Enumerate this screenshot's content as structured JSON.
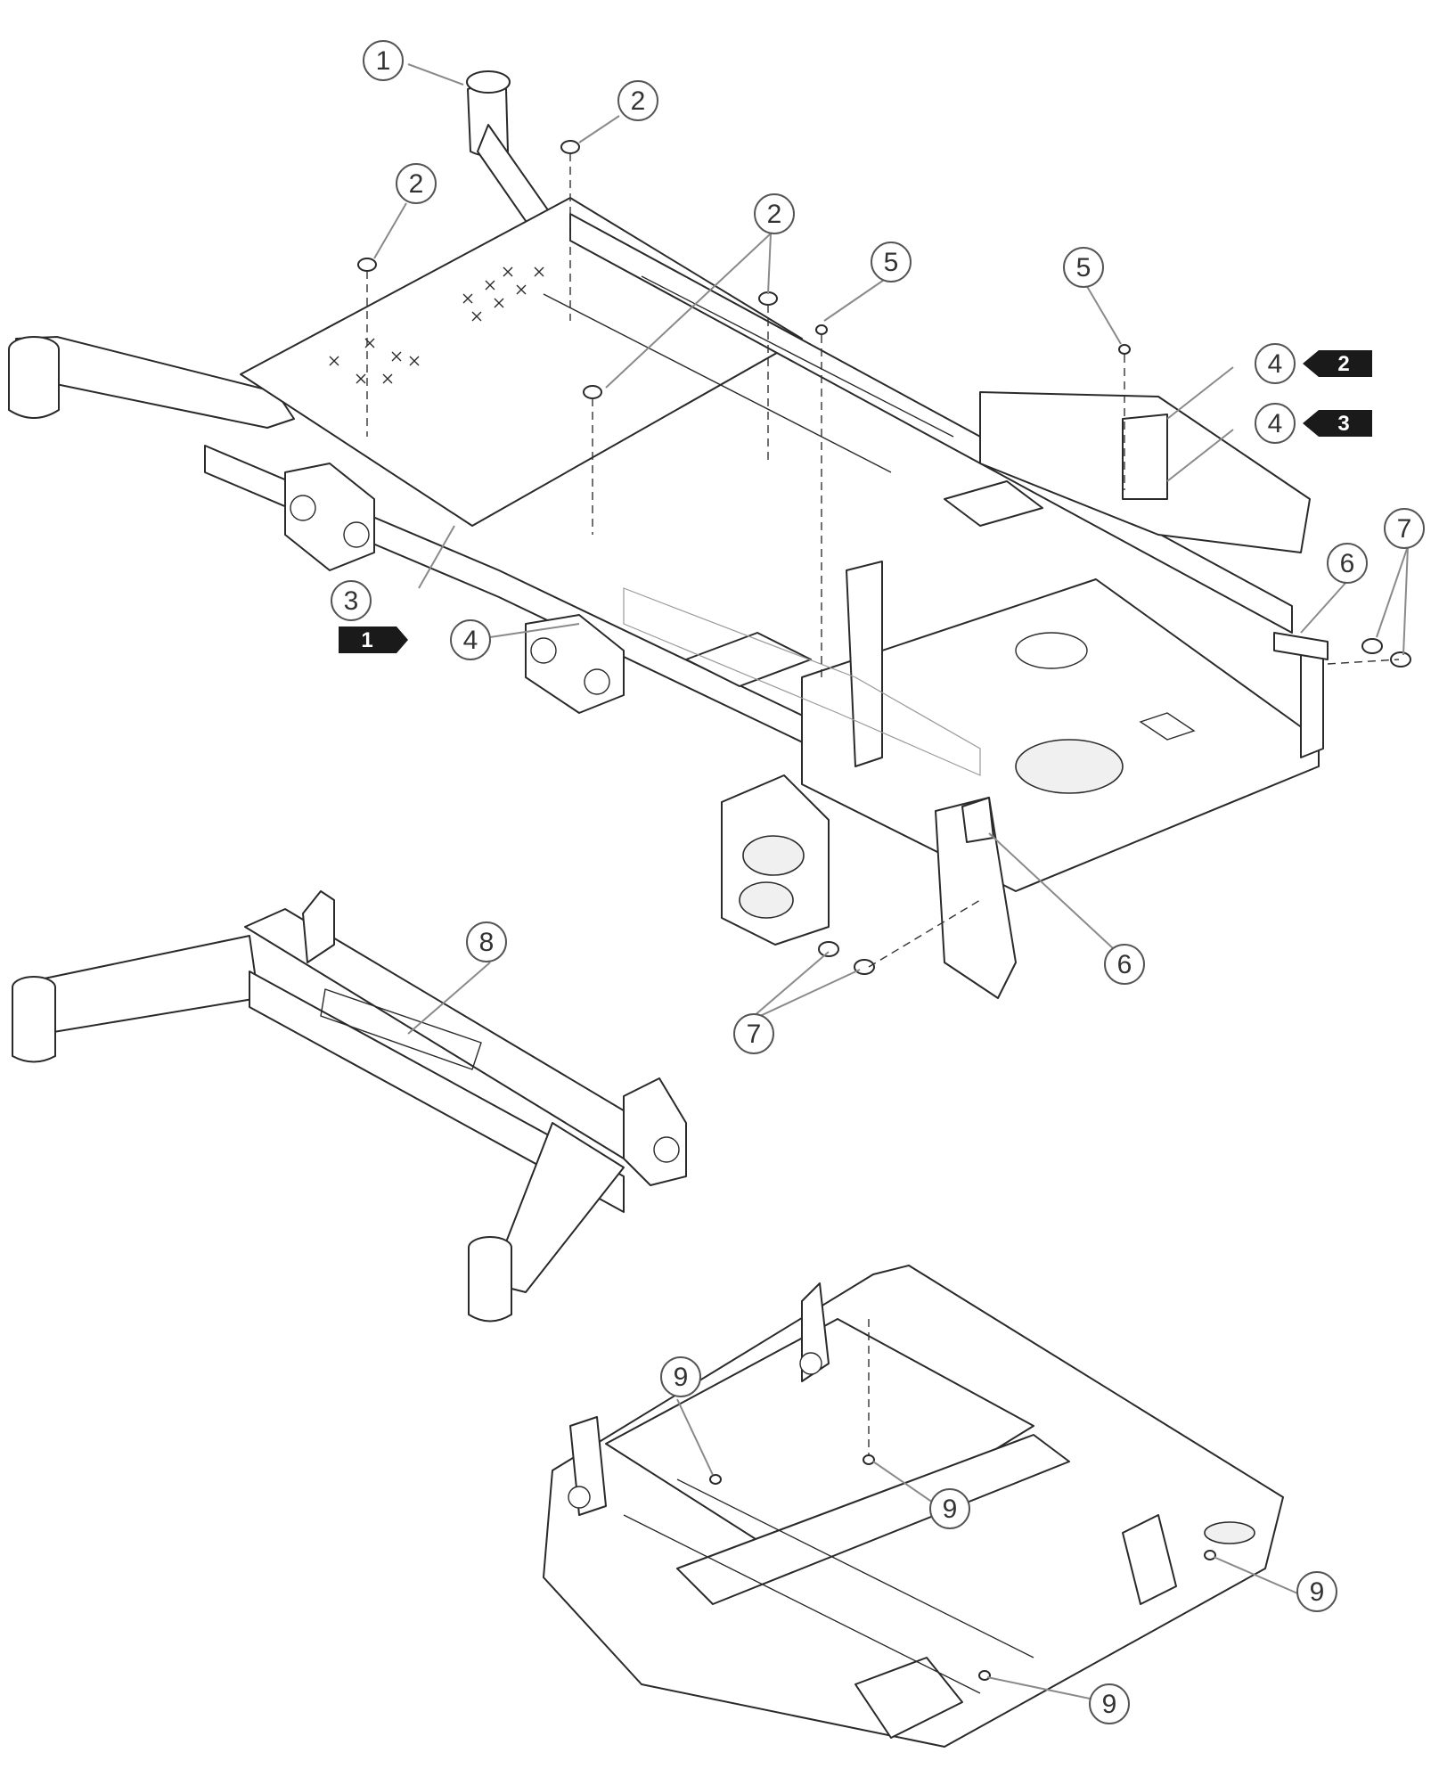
{
  "diagram": {
    "callouts": [
      {
        "id": "c1",
        "label": "1"
      },
      {
        "id": "c2a",
        "label": "2"
      },
      {
        "id": "c2b",
        "label": "2"
      },
      {
        "id": "c2c",
        "label": "2"
      },
      {
        "id": "c3",
        "label": "3"
      },
      {
        "id": "c4a",
        "label": "4"
      },
      {
        "id": "c4b",
        "label": "4"
      },
      {
        "id": "c4c",
        "label": "4"
      },
      {
        "id": "c5a",
        "label": "5"
      },
      {
        "id": "c5b",
        "label": "5"
      },
      {
        "id": "c6a",
        "label": "6"
      },
      {
        "id": "c6b",
        "label": "6"
      },
      {
        "id": "c7a",
        "label": "7"
      },
      {
        "id": "c7b",
        "label": "7"
      },
      {
        "id": "c8",
        "label": "8"
      },
      {
        "id": "c9a",
        "label": "9"
      },
      {
        "id": "c9b",
        "label": "9"
      },
      {
        "id": "c9c",
        "label": "9"
      },
      {
        "id": "c9d",
        "label": "9"
      }
    ],
    "flags": [
      {
        "id": "f1",
        "label": "1"
      },
      {
        "id": "f2",
        "label": "2"
      },
      {
        "id": "f3",
        "label": "3"
      }
    ],
    "colors": {
      "line": "#2a2a2a",
      "leader": "#8a8a8a",
      "flag": "#1a1a1a",
      "background": "#ffffff"
    }
  }
}
